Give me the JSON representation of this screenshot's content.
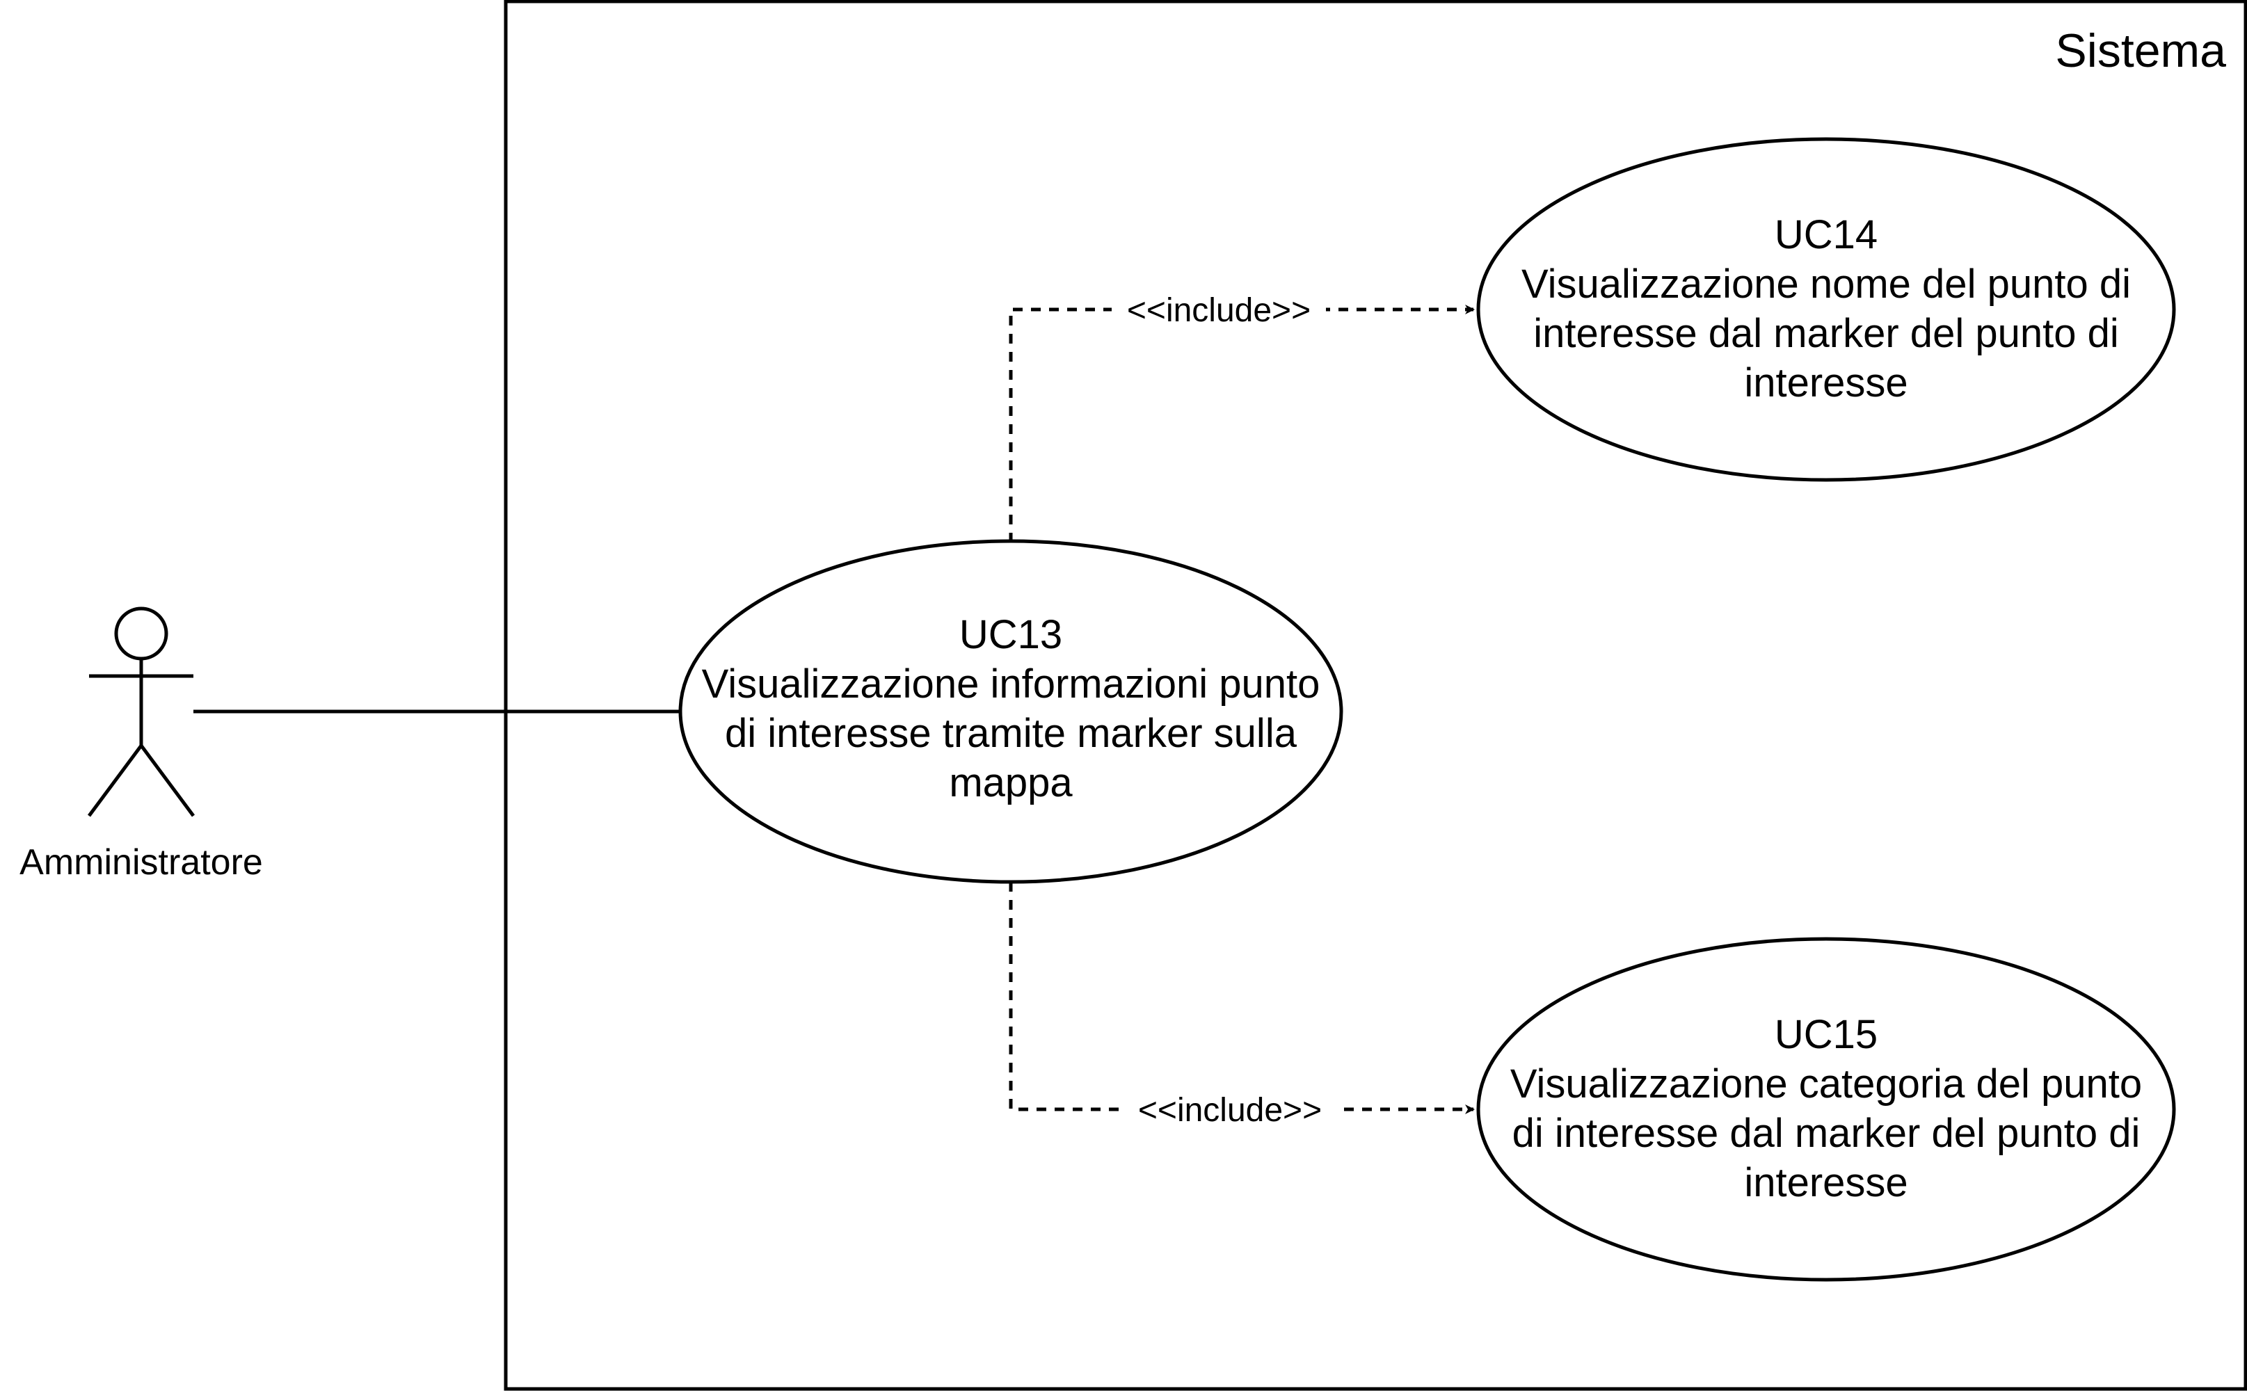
{
  "system": {
    "title": "Sistema"
  },
  "actor": {
    "name": "Amministratore"
  },
  "use_cases": [
    {
      "id": "UC13",
      "lines": [
        "UC13",
        "Visualizzazione informazioni punto",
        "di interesse tramite marker sulla",
        "mappa"
      ]
    },
    {
      "id": "UC14",
      "lines": [
        "UC14",
        "Visualizzazione nome del punto di",
        "interesse dal marker del punto di",
        "interesse"
      ]
    },
    {
      "id": "UC15",
      "lines": [
        "UC15",
        "Visualizzazione categoria del punto",
        "di interesse dal marker del punto di",
        "interesse"
      ]
    }
  ],
  "relations": [
    {
      "from": "UC13",
      "to": "UC14",
      "label": "<<include>>"
    },
    {
      "from": "UC13",
      "to": "UC15",
      "label": "<<include>>"
    }
  ]
}
